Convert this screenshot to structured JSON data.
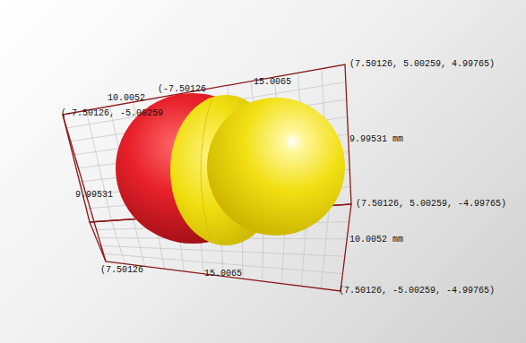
{
  "diagram": {
    "labels": [
      "(7.50126, 5.00259, 4.99765)",
      "(-7.50126, -5.00259",
      "10.0052",
      "(-7.50126",
      "15.0065",
      "9.99531 mm",
      "9.99531",
      "(7.50126, 5.00259, -4.99765)",
      "10.0052 mm",
      "(7.50126",
      "15.0065",
      "(7.50126, -5.00259, -4.99765)"
    ]
  }
}
